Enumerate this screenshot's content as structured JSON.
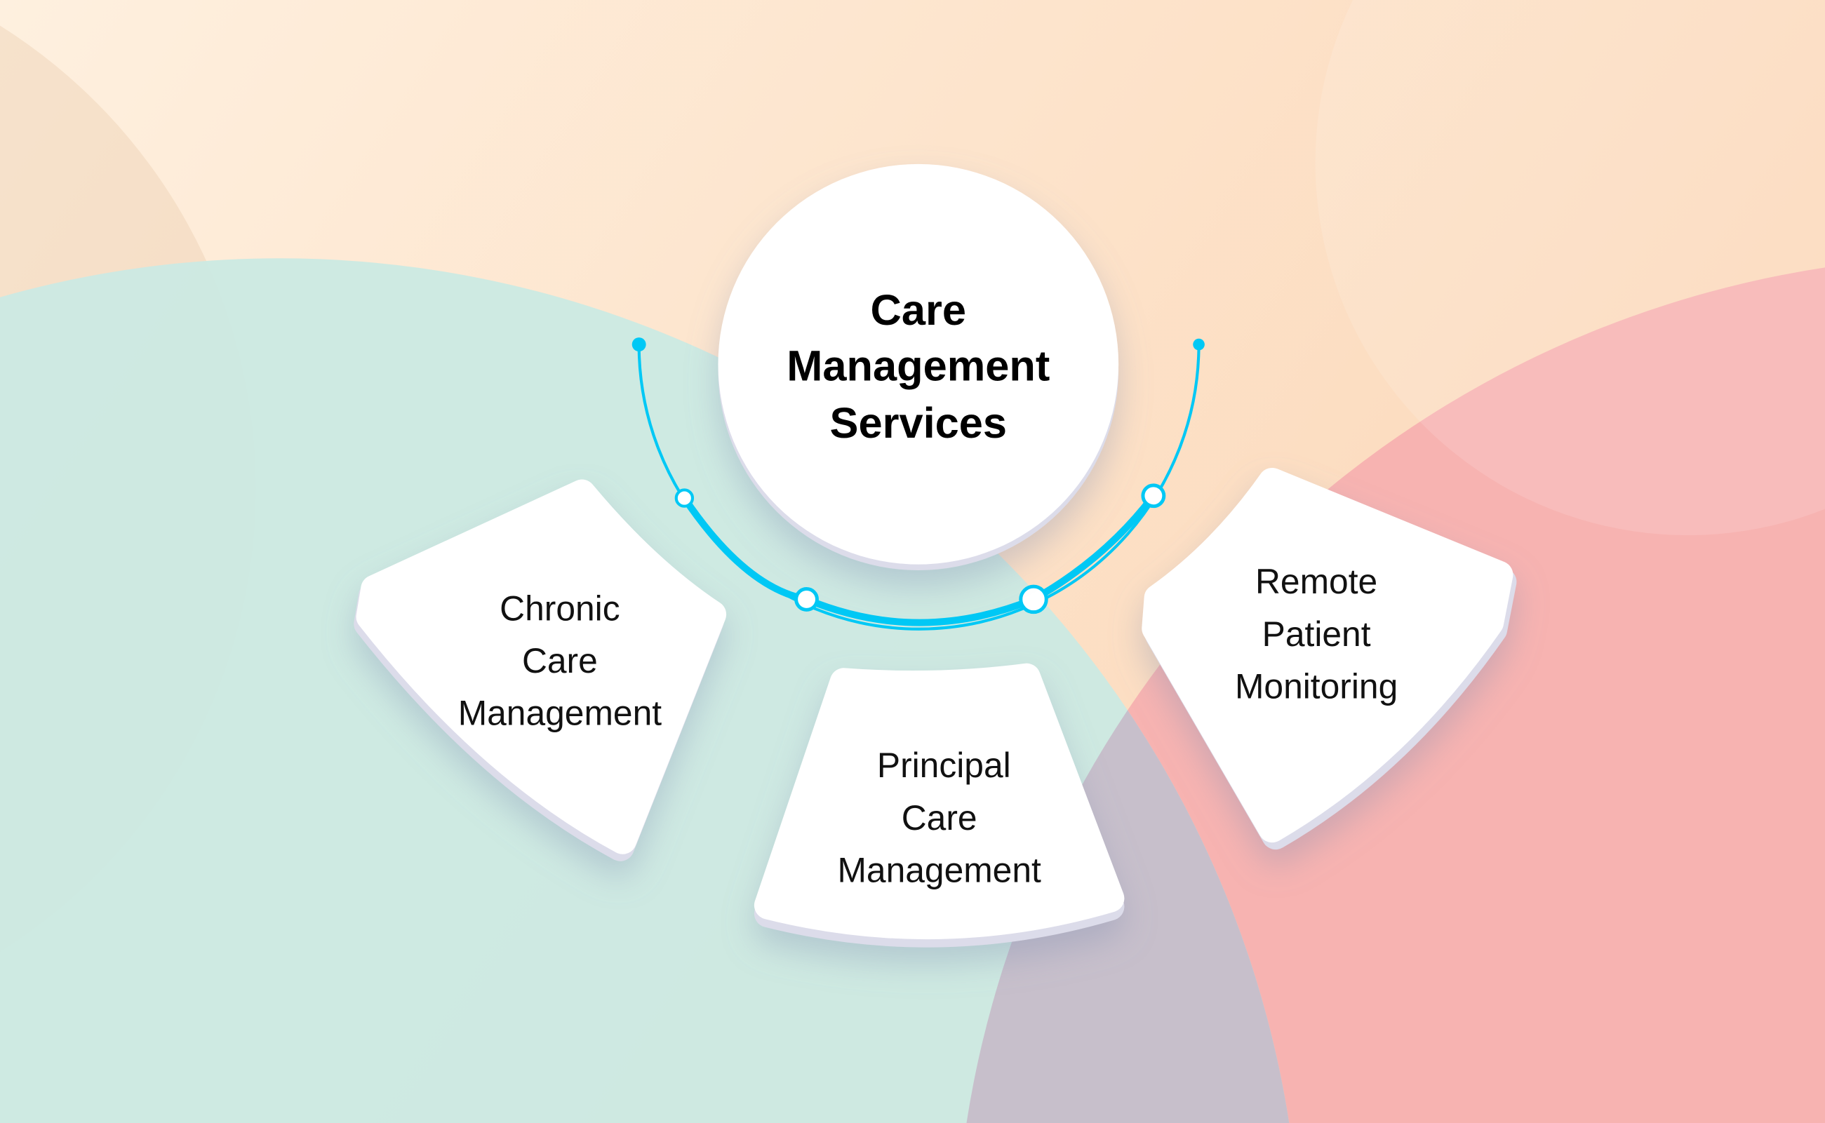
{
  "center": {
    "lines": [
      "Care",
      "Management",
      "Services"
    ]
  },
  "items": [
    {
      "lines": [
        "Chronic",
        "Care",
        "Management"
      ]
    },
    {
      "lines": [
        "Principal",
        "Care",
        "Management"
      ]
    },
    {
      "lines": [
        "Remote",
        "Patient",
        "Monitoring"
      ]
    }
  ],
  "colors": {
    "accent": "#00c8f5",
    "teal": "#cce9e2",
    "pink": "#f7b3b1",
    "peach": "#fde3c8",
    "overlap": "#c7bfcb"
  }
}
